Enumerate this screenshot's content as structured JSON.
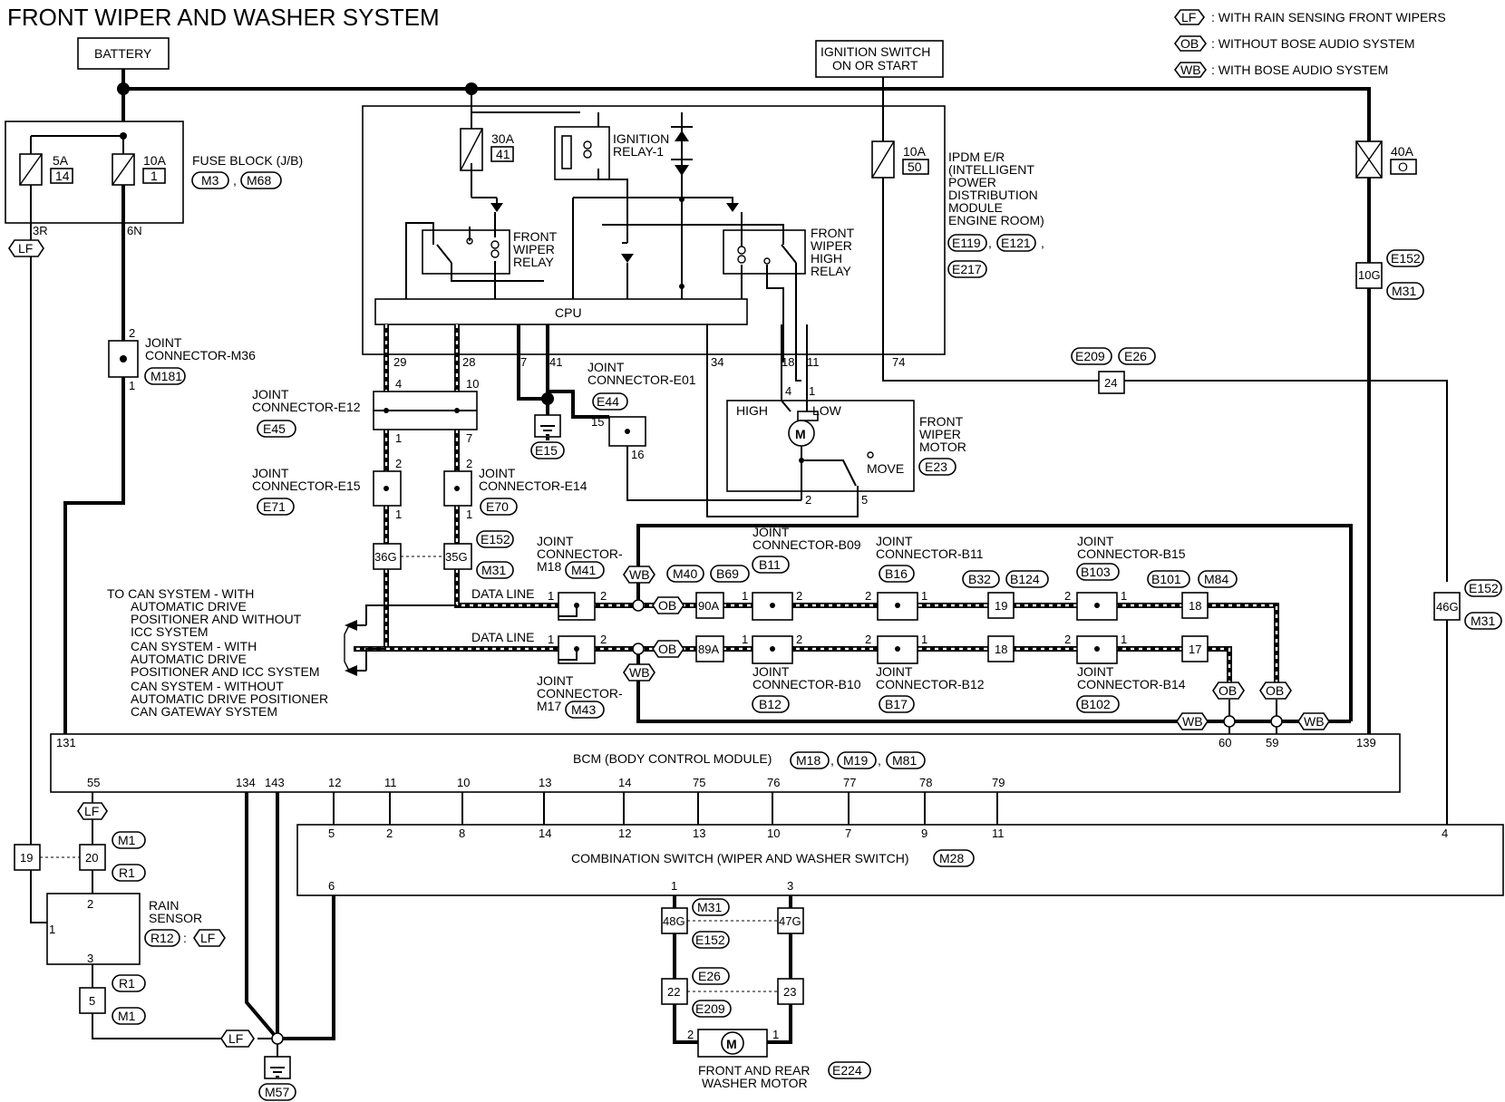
{
  "title": "FRONT WIPER AND WASHER SYSTEM",
  "legend": [
    {
      "tag": "LF",
      "text": ": WITH RAIN SENSING FRONT WIPERS"
    },
    {
      "tag": "OB",
      "text": ": WITHOUT BOSE AUDIO SYSTEM"
    },
    {
      "tag": "WB",
      "text": ": WITH BOSE AUDIO SYSTEM"
    }
  ],
  "battery": "BATTERY",
  "ignition": [
    "IGNITION SWITCH",
    "ON OR START"
  ],
  "fuse_block": {
    "label": "FUSE BLOCK (J/B)",
    "connectors": [
      "M3",
      "M68"
    ],
    "fuses": [
      {
        "amp": "5A",
        "num": "14"
      },
      {
        "amp": "10A",
        "num": "1"
      }
    ],
    "pins": [
      "3R",
      "6N"
    ]
  },
  "ipdm": {
    "label": [
      "IPDM E/R",
      "(INTELLIGENT",
      "POWER",
      "DISTRIBUTION",
      "MODULE",
      "ENGINE ROOM)"
    ],
    "connectors": [
      "E119",
      "E121",
      "E217"
    ],
    "fuse30": {
      "amp": "30A",
      "num": "41"
    },
    "fuse10": {
      "amp": "10A",
      "num": "50"
    },
    "ign_relay": [
      "IGNITION",
      "RELAY-1"
    ],
    "wiper_relay": [
      "FRONT",
      "WIPER",
      "RELAY"
    ],
    "high_relay": [
      "FRONT",
      "WIPER",
      "HIGH",
      "RELAY"
    ],
    "cpu": "CPU",
    "pins": [
      "29",
      "28",
      "7",
      "41",
      "34",
      "18",
      "11",
      "74"
    ]
  },
  "fuse40": {
    "amp": "40A",
    "num": "O"
  },
  "conn_10g": {
    "pin": "10G",
    "c1": "E152",
    "c2": "M31"
  },
  "conn_24": {
    "pin": "24",
    "c1": "E209",
    "c2": "E26"
  },
  "conn_46g": {
    "pin": "46G",
    "c1": "E152",
    "c2": "M31"
  },
  "joint_m36": {
    "label": [
      "JOINT",
      "CONNECTOR-M36"
    ],
    "conn": "M181",
    "pins": [
      "2",
      "1"
    ]
  },
  "joint_e12": {
    "label": [
      "JOINT",
      "CONNECTOR-E12"
    ],
    "conn": "E45",
    "pins": [
      "4",
      "10",
      "1",
      "7"
    ]
  },
  "joint_e15": {
    "label": [
      "JOINT",
      "CONNECTOR-E15"
    ],
    "conn": "E71",
    "pins": [
      "2",
      "1"
    ]
  },
  "joint_e14": {
    "label": [
      "JOINT",
      "CONNECTOR-E14"
    ],
    "conn": "E70",
    "pins": [
      "2",
      "1"
    ]
  },
  "joint_e01": {
    "label": [
      "JOINT",
      "CONNECTOR-E01"
    ],
    "conn": "E44",
    "pins": [
      "15",
      "16"
    ]
  },
  "ground_e15": "E15",
  "motor": {
    "label": [
      "FRONT",
      "WIPER",
      "MOTOR"
    ],
    "conn": "E23",
    "high": "HIGH",
    "low": "LOW",
    "move": "MOVE",
    "m": "M",
    "pins": [
      "4",
      "1",
      "2",
      "5"
    ]
  },
  "conn_36g": "36G",
  "conn_35g": {
    "pin": "35G",
    "c1": "E152",
    "c2": "M31"
  },
  "can_note": [
    "TO CAN SYSTEM - WITH",
    "AUTOMATIC DRIVE",
    "POSITIONER AND WITHOUT",
    "ICC SYSTEM",
    "CAN SYSTEM - WITH",
    "AUTOMATIC DRIVE",
    "POSITIONER AND ICC SYSTEM",
    "CAN SYSTEM - WITHOUT",
    "AUTOMATIC DRIVE POSITIONER",
    "CAN GATEWAY SYSTEM"
  ],
  "data_line": "DATA LINE",
  "joint_m18": {
    "label": [
      "JOINT",
      "CONNECTOR-",
      "M18"
    ],
    "conn": "M41"
  },
  "joint_m17": {
    "label": [
      "JOINT",
      "CONNECTOR-",
      "M17"
    ],
    "conn": "M43"
  },
  "joint_b09": {
    "label": [
      "JOINT",
      "CONNECTOR-B09"
    ],
    "conn": "B11"
  },
  "joint_b11": {
    "label": [
      "JOINT",
      "CONNECTOR-B11"
    ],
    "conn": "B16"
  },
  "joint_b15": {
    "label": [
      "JOINT",
      "CONNECTOR-B15"
    ],
    "conn": "B103"
  },
  "joint_b10": {
    "label": [
      "JOINT",
      "CONNECTOR-B10"
    ],
    "conn": "B12"
  },
  "joint_b12": {
    "label": [
      "JOINT",
      "CONNECTOR-B12"
    ],
    "conn": "B17"
  },
  "joint_b14": {
    "label": [
      "JOINT",
      "CONNECTOR-B14"
    ],
    "conn": "B102"
  },
  "tags_mid": {
    "m40": "M40",
    "b69": "B69",
    "b32": "B32",
    "b124": "B124",
    "b101": "B101",
    "m84": "M84"
  },
  "can_pins": {
    "p90a": "90A",
    "p89a": "89A",
    "p19": "19",
    "p18a": "18",
    "p18b": "18",
    "p17": "17"
  },
  "small_pins": {
    "one": "1",
    "two": "2"
  },
  "bcm": {
    "label": "BCM (BODY CONTROL MODULE)",
    "conns": [
      "M18",
      "M19",
      "M81"
    ],
    "top_pins": [
      "131",
      "60",
      "59",
      "139"
    ],
    "bottom_pins": [
      "55",
      "134",
      "143",
      "12",
      "11",
      "10",
      "13",
      "14",
      "75",
      "76",
      "77",
      "78",
      "79"
    ]
  },
  "combo": {
    "label": "COMBINATION SWITCH (WIPER AND WASHER SWITCH)",
    "conn": "M28",
    "top_pins": [
      "5",
      "2",
      "8",
      "14",
      "12",
      "13",
      "10",
      "7",
      "9",
      "11",
      "4"
    ],
    "bottom_pins": [
      "6",
      "1",
      "3"
    ]
  },
  "rain": {
    "label": [
      "RAIN",
      "SENSOR"
    ],
    "conn": "R12",
    "tag": "LF",
    "pins": [
      "2",
      "1",
      "3"
    ]
  },
  "conn_19_20": {
    "p19": "19",
    "p20": "20",
    "c1": "M1",
    "c2": "R1"
  },
  "conn_5": {
    "pin": "5",
    "c1": "R1",
    "c2": "M1"
  },
  "ground_m57": "M57",
  "washer": {
    "label": [
      "FRONT AND REAR",
      "WASHER MOTOR"
    ],
    "conn": "E224",
    "m": "M",
    "pins": [
      "2",
      "1"
    ],
    "c48g": "48G",
    "c47g": "47G",
    "cm31": "M31",
    "ce152": "E152",
    "c22": "22",
    "c23": "23",
    "ce26": "E26",
    "ce209": "E209"
  }
}
